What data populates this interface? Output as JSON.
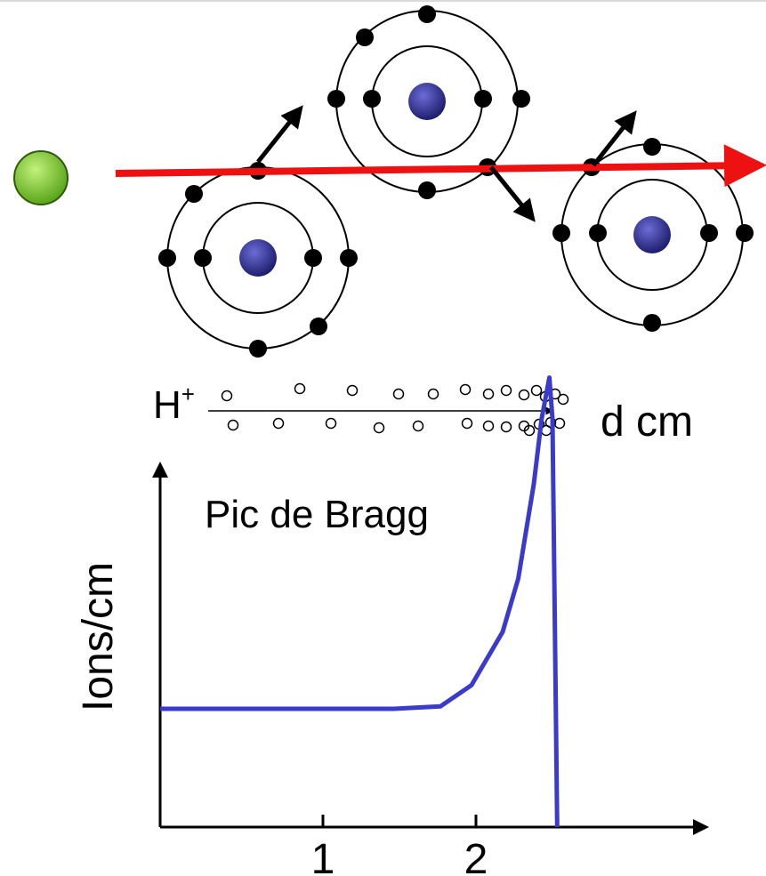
{
  "diagram": {
    "ion_symbol": "H",
    "ion_charge": "+",
    "distance_label": "d cm",
    "peak_label": "Pic de Bragg"
  },
  "colors": {
    "incoming_particle": "#7ed321",
    "nucleus": "#2c2c8c",
    "track": "#ee1111",
    "curve": "#3a3acc"
  },
  "chart_data": {
    "type": "line",
    "ylabel": "Ions/cm",
    "xlabel": "d cm",
    "x_ticks": [
      "1",
      "2"
    ],
    "x": [
      0,
      0.5,
      1.0,
      1.5,
      1.8,
      2.0,
      2.2,
      2.3,
      2.4,
      2.45,
      2.5,
      2.52,
      2.55
    ],
    "values": [
      1.0,
      1.0,
      1.0,
      1.0,
      1.02,
      1.2,
      1.65,
      2.1,
      2.9,
      3.45,
      3.8,
      3.45,
      0
    ],
    "xlim": [
      0,
      3.5
    ],
    "ylim": [
      0,
      3.9
    ],
    "annotation": "Pic de Bragg"
  }
}
